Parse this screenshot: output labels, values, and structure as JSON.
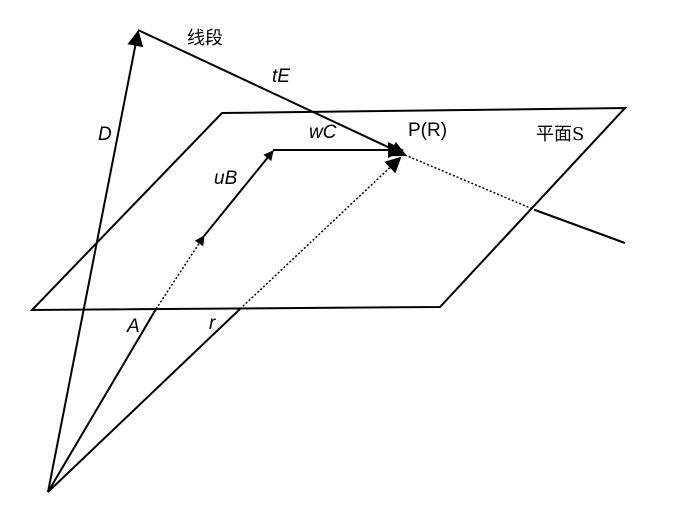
{
  "labels": {
    "segment": "线段",
    "tE": "tE",
    "plane": "平面S",
    "point": "P(R)",
    "wC": "wC",
    "uB": "uB",
    "D": "D",
    "A": "A",
    "r": "r"
  }
}
